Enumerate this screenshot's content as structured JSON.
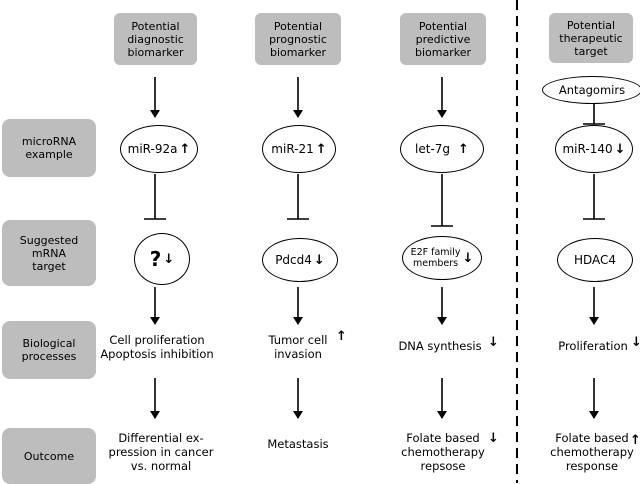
{
  "rows": {
    "microrna": "microRNA\nexample",
    "target": "Suggested\nmRNA\ntarget",
    "bio": "Biological\nprocesses",
    "outcome": "Outcome"
  },
  "columns": [
    {
      "header": "Potential\ndiagnostic\nbiomarker",
      "mirna": "miR-92a",
      "mirna_arrow": "↑",
      "target": "?",
      "target_arrow": "↓",
      "bio": "Cell proliferation\nApoptosis inhibition",
      "bio_arrow": "",
      "outcome": "Differential ex-\npression in cancer\nvs. normal",
      "outcome_arrow": ""
    },
    {
      "header": "Potential\nprognostic\nbiomarker",
      "mirna": "miR-21",
      "mirna_arrow": "↑",
      "target": "Pdcd4",
      "target_arrow": "↓",
      "bio": "Tumor cell\ninvasion",
      "bio_arrow": "↑",
      "outcome": "Metastasis",
      "outcome_arrow": ""
    },
    {
      "header": "Potential\npredictive\nbiomarker",
      "mirna": "let-7g",
      "mirna_arrow": "↑",
      "target": "E2F family\nmembers",
      "target_arrow": "↓",
      "bio": "DNA synthesis",
      "bio_arrow": "↓",
      "outcome": "Folate based\nchemotherapy\nrepsose",
      "outcome_arrow": "↓"
    },
    {
      "header": "Potential\ntherapeutic\ntarget",
      "mirna": "miR-140",
      "mirna_arrow": "↓",
      "target": "HDAC4",
      "target_arrow": "",
      "bio": "Proliferation",
      "bio_arrow": "↓",
      "outcome": "Folate based\nchemotherapy\nresponse",
      "outcome_arrow": "↑"
    }
  ],
  "antagomirs": "Antagomirs"
}
